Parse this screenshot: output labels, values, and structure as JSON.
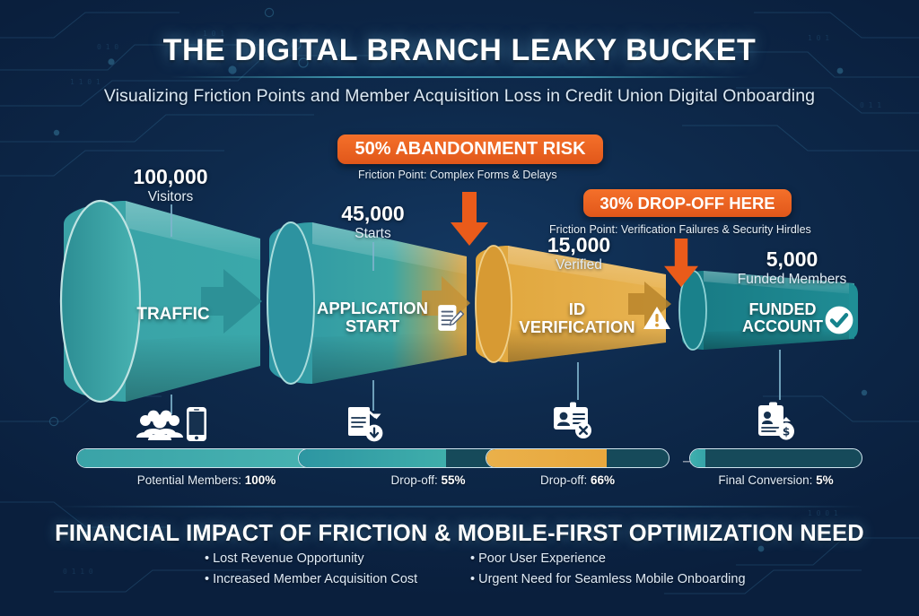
{
  "header": {
    "title": "THE DIGITAL BRANCH LEAKY BUCKET",
    "subtitle": "Visualizing Friction Points and Member Acquisition Loss in Credit Union Digital Onboarding"
  },
  "callouts": [
    {
      "badge": "50% ABANDONMENT RISK",
      "subtext": "Friction Point: Complex Forms & Delays",
      "arrow_icon": "arrow-down-icon",
      "color": "#ea5b1a"
    },
    {
      "badge": "30% DROP-OFF HERE",
      "subtext": "Friction Point: Verification Failures & Security Hirdles",
      "arrow_icon": "arrow-down-icon",
      "color": "#ea5b1a"
    }
  ],
  "funnel": {
    "stages": [
      {
        "value": "100,000",
        "caption": "Visitors",
        "label": "TRAFFIC",
        "stage_icon": "",
        "under_icons": [
          "people-group-icon",
          "smartphone-icon"
        ],
        "color": "#3fa6a8"
      },
      {
        "value": "45,000",
        "caption": "Starts",
        "label": "APPLICATION\nSTART",
        "stage_icon": "document-edit-icon",
        "under_icons": [
          "document-down-arrow-icon"
        ],
        "color": "#35a0a8"
      },
      {
        "value": "15,000",
        "caption": "Verified",
        "label": "ID\nVERIFICATION",
        "stage_icon": "warning-triangle-icon",
        "under_icons": [
          "id-card-reject-icon"
        ],
        "color": "#e2a63a"
      },
      {
        "value": "5,000",
        "caption": "Funded Members",
        "label": "FUNDED\nACCOUNT",
        "stage_icon": "check-circle-icon",
        "under_icons": [
          "clipboard-money-icon"
        ],
        "color": "#1a7b85"
      }
    ]
  },
  "metrics": [
    {
      "label_prefix": "Potential Members: ",
      "value": "100%",
      "fill_percent": 100,
      "color": "#3fa6a8"
    },
    {
      "label_prefix": "Drop-off: ",
      "value": "55%",
      "fill_percent": 57,
      "color": "#2e9aa4"
    },
    {
      "label_prefix": "Drop-off: ",
      "value": "66%",
      "fill_percent": 66,
      "color": "#e7ab3e"
    },
    {
      "label_prefix": "Final Conversion: ",
      "value": "5%",
      "fill_percent": 8,
      "color": "#34a3a8"
    }
  ],
  "metric_arrow": "→",
  "footer": {
    "title": "FINANCIAL IMPACT OF FRICTION & MOBILE-FIRST OPTIMIZATION NEED",
    "bullets_left": [
      "• Lost Revenue Opportunity",
      "• Increased Member Acquisition Cost"
    ],
    "bullets_right": [
      "• Poor User Experience",
      "• Urgent Need for Seamless Mobile Onboarding"
    ]
  },
  "chart_data": {
    "type": "funnel",
    "title": "THE DIGITAL BRANCH LEAKY BUCKET",
    "subtitle": "Visualizing Friction Points and Member Acquisition Loss in Credit Union Digital Onboarding",
    "categories": [
      "TRAFFIC",
      "APPLICATION START",
      "ID VERIFICATION",
      "FUNDED ACCOUNT"
    ],
    "values": [
      100000,
      45000,
      15000,
      5000
    ],
    "value_labels": [
      "100,000",
      "45,000",
      "15,000",
      "5,000"
    ],
    "captions": [
      "Visitors",
      "Starts",
      "Verified",
      "Funded Members"
    ],
    "conversion_percent": [
      100,
      45,
      15,
      5
    ],
    "dropoff_labels": [
      "Potential Members: 100%",
      "Drop-off: 55%",
      "Drop-off: 66%",
      "Final Conversion: 5%"
    ],
    "dropoff_percent": [
      100,
      55,
      66,
      5
    ],
    "annotations": [
      {
        "text": "50% ABANDONMENT RISK",
        "detail": "Friction Point: Complex Forms & Delays",
        "points_to": "APPLICATION START"
      },
      {
        "text": "30% DROP-OFF HERE",
        "detail": "Friction Point: Verification Failures & Security Hirdles",
        "points_to": "ID VERIFICATION"
      }
    ],
    "series_colors": [
      "#3fa6a8",
      "#35a0a8",
      "#e2a63a",
      "#1a7b85"
    ],
    "background": "#0a1f3d"
  }
}
